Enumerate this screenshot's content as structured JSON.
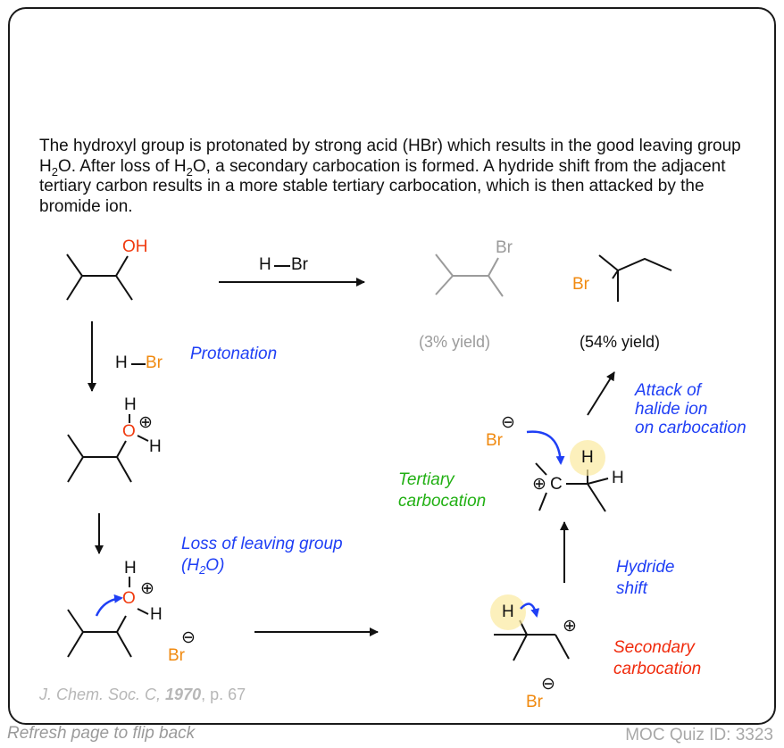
{
  "explanation": {
    "p1": "The hydroxyl group is protonated by strong acid (HBr) which results in the good leaving group H",
    "p2": "O. After loss of H",
    "p3": "O, a secondary carbocation is formed. A hydride shift from the adjacent tertiary carbon results in a more stable tertiary carbocation, which is then attacked by the bromide ion.",
    "sub2": "2"
  },
  "atoms": {
    "oh": "OH",
    "o": "O",
    "h": "H",
    "h_br_h": "H",
    "h_br_br": "Br",
    "top_h": "H",
    "top_dash": "—",
    "top_br": "Br",
    "br": "Br",
    "c": "C",
    "plus": "⊕",
    "minus": "⊖"
  },
  "labels": {
    "protonation": "Protonation",
    "loss1": "Loss of leaving group",
    "loss2_pre": "(H",
    "loss2_sub": "2",
    "loss2_post": "O)",
    "tertiary1": "Tertiary",
    "tertiary2": "carbocation",
    "secondary1": "Secondary",
    "secondary2": "carbocation",
    "hydride1": "Hydride",
    "hydride2": "shift",
    "attack1": "Attack of",
    "attack2": "halide ion",
    "attack3": "on carbocation"
  },
  "yields": {
    "minor": "(3% yield)",
    "major": "(54% yield)"
  },
  "citation": {
    "journal": "J. Chem. Soc. C, ",
    "year": "1970",
    "page": ", p. 67"
  },
  "footer": {
    "left": "Refresh page to flip back",
    "right": "MOC Quiz ID: 3323"
  },
  "colors": {
    "oxygen": "#f03b10",
    "bromine": "#f08a10",
    "reaction_label": "#1f3ff5",
    "tertiary_label": "#22b014",
    "secondary_label": "#f02a0c",
    "minor_product": "#9b9b9b",
    "hydride_highlight": "#fbe9a0"
  }
}
